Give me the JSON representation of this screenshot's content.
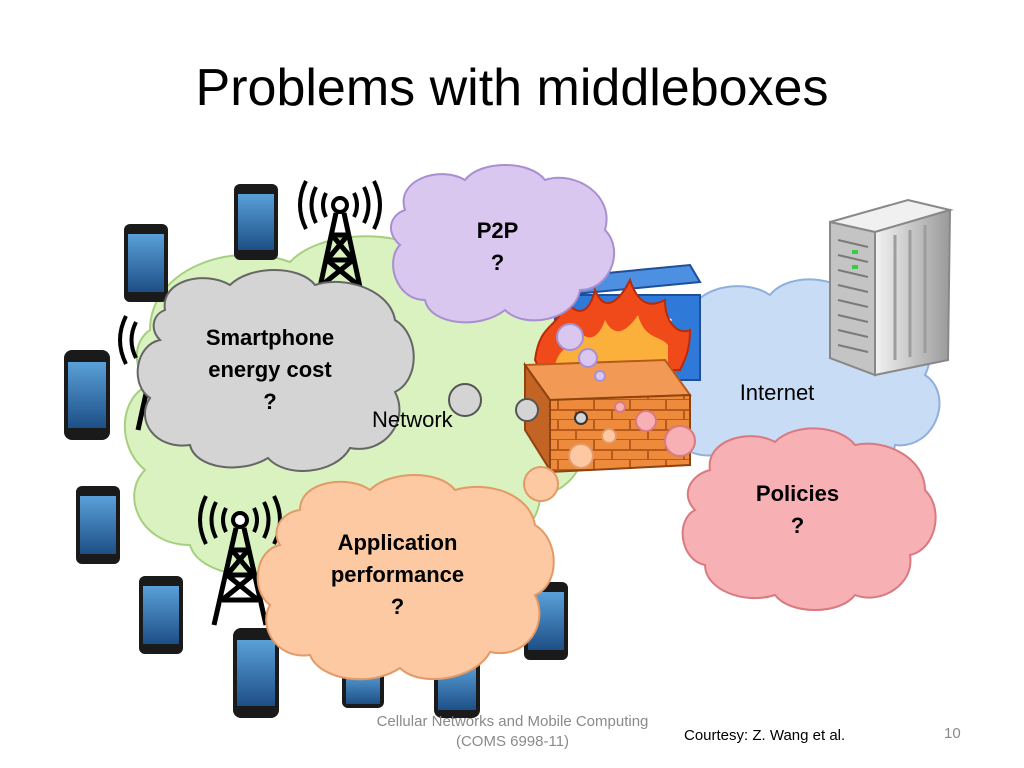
{
  "slide": {
    "title": "Problems with middleboxes"
  },
  "diagram": {
    "cellular_network_label": "Network",
    "internet_label": "Internet",
    "bubbles": {
      "p2p": {
        "line1": "P2P",
        "line2": "?",
        "color": "#d9c7f0"
      },
      "energy": {
        "line1": "Smartphone",
        "line2": "energy cost",
        "line3": "?",
        "color": "#d4d4d4"
      },
      "app": {
        "line1": "Application",
        "line2": "performance",
        "line3": "?",
        "color": "#fcc9a3"
      },
      "policies": {
        "line1": "Policies",
        "line2": "?",
        "color": "#f7b0b4"
      }
    },
    "colors": {
      "cellular_cloud": "#d9f2c0",
      "internet_cloud": "#c9dcf5",
      "firewall_brick": "#ee8a3c",
      "server_body": "#d8d8d8"
    },
    "icons": [
      "smartphone-icon",
      "cell-tower-icon",
      "firewall-icon",
      "router-icon",
      "server-icon"
    ]
  },
  "footer": {
    "course_line1": "Cellular Networks and Mobile Computing",
    "course_line2": "(COMS 6998-11)",
    "credit": "Courtesy: Z. Wang et al.",
    "page_number": "10"
  }
}
